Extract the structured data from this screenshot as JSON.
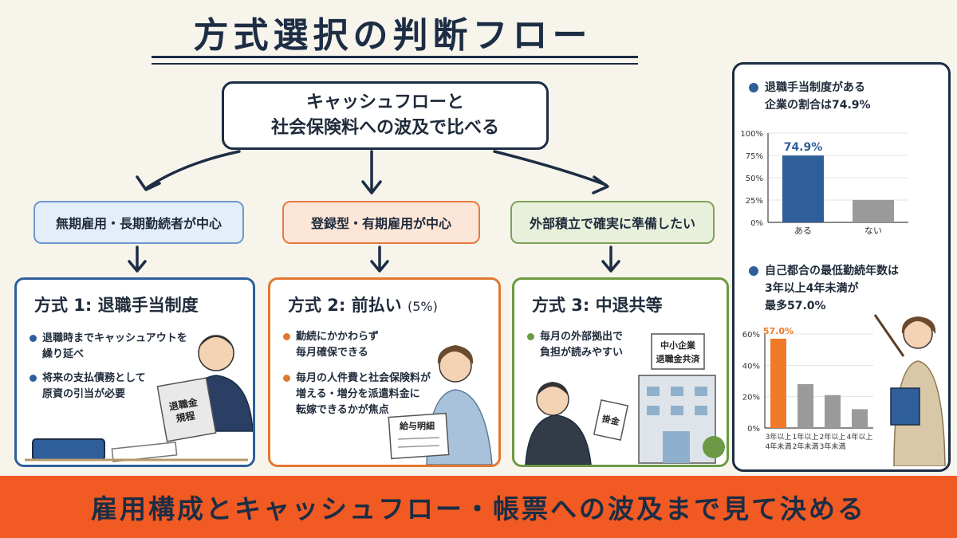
{
  "title": "方式選択の判断フロー",
  "top_box": {
    "line1": "キャッシュフローと",
    "line2": "社会保険料への波及で比べる"
  },
  "categories": [
    {
      "label": "無期雇用・長期勤続者が中心"
    },
    {
      "label": "登録型・有期雇用が中心"
    },
    {
      "label": "外部積立で確実に準備したい"
    }
  ],
  "methods": [
    {
      "title": "方式 1: 退職手当制度",
      "bullets": [
        {
          "line1": "退職時までキャッシュアウトを",
          "line2": "繰り延べ"
        },
        {
          "line1": "将来の支払債務として",
          "line2": "原資の引当が必要"
        }
      ],
      "illustration_text": {
        "line1": "退職金",
        "line2": "規程"
      }
    },
    {
      "title": "方式 2: 前払い",
      "title_suffix": "(5%)",
      "bullets": [
        {
          "line1": "勤続にかかわらず",
          "line2": "毎月確保できる"
        },
        {
          "line1": "毎月の人件費と社会保険料が",
          "line2": "増える・増分を派遣料金に",
          "line3": "転嫁できるかが焦点"
        }
      ],
      "illustration_text": "給与明細"
    },
    {
      "title": "方式 3: 中退共等",
      "bullets": [
        {
          "line1": "毎月の外部拠出で",
          "line2": "負担が読みやすい"
        }
      ],
      "illustration_text": {
        "sign1": "中小企業",
        "sign2": "退職金共済",
        "envelope": "掛金"
      }
    }
  ],
  "panel": {
    "stat1": {
      "line1": "退職手当制度がある",
      "line2": "企業の割合は74.9%"
    },
    "stat2": {
      "line1": "自己都合の最低勤続年数は",
      "line2": "3年以上4年未満が",
      "line3": "最多57.0%"
    }
  },
  "chart_data": [
    {
      "type": "bar",
      "categories": [
        "ある",
        "ない"
      ],
      "values": [
        74.9,
        25.1
      ],
      "data_labels": [
        "74.9%",
        ""
      ],
      "yticks": [
        "0%",
        "25%",
        "50%",
        "75%",
        "100%"
      ],
      "ylim": [
        0,
        100
      ],
      "colors": [
        "#2f5f9b",
        "#9a9a9a"
      ]
    },
    {
      "type": "bar",
      "categories": [
        [
          "3年以上",
          "4年未満"
        ],
        [
          "1年以上",
          "2年未満"
        ],
        [
          "2年以上",
          "3年未満"
        ],
        [
          "4年以上",
          ""
        ]
      ],
      "values": [
        57.0,
        28.0,
        21.0,
        12.0
      ],
      "data_labels": [
        "57.0%",
        "",
        "",
        ""
      ],
      "yticks": [
        "0%",
        "20%",
        "40%",
        "60%"
      ],
      "ylim": [
        0,
        60
      ],
      "colors": [
        "#f07a2a",
        "#9a9a9a",
        "#9a9a9a",
        "#9a9a9a"
      ]
    }
  ],
  "banner": "雇用構成とキャッシュフロー・帳票への波及まで見て決める",
  "colors": {
    "navy": "#1c2d44",
    "blue": "#2f5f9b",
    "orange": "#e2772f",
    "green": "#6c9a44",
    "banner": "#f15a23"
  }
}
